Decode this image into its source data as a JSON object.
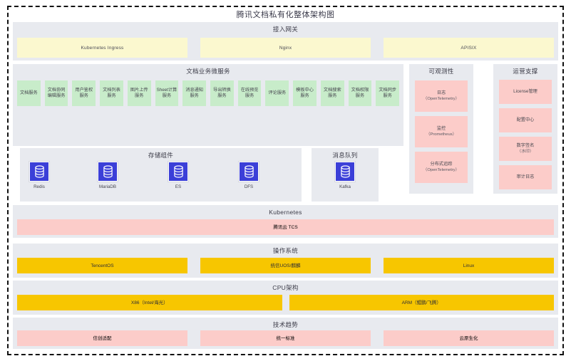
{
  "diagram": {
    "title": "腾讯文档私有化整体架构图"
  },
  "gateway": {
    "title": "接入网关",
    "items": [
      {
        "label": "Kubernetes Ingress"
      },
      {
        "label": "Nginx"
      },
      {
        "label": "APISIX"
      }
    ]
  },
  "microservices": {
    "title": "文档业务微服务",
    "items": [
      {
        "label": "文档服务"
      },
      {
        "label": "文档协同编辑服务"
      },
      {
        "label": "用户鉴权服务"
      },
      {
        "label": "文档列表服务"
      },
      {
        "label": "图片上传服务"
      },
      {
        "label": "Sheet计算服务"
      },
      {
        "label": "消息通知服务"
      },
      {
        "label": "导出转换服务"
      },
      {
        "label": "在线预览服务"
      },
      {
        "label": "评论服务"
      },
      {
        "label": "模板中心服务"
      },
      {
        "label": "文档搜索服务"
      },
      {
        "label": "文档权限服务"
      },
      {
        "label": "文档同步服务"
      }
    ]
  },
  "observability": {
    "title": "可观测性",
    "items": [
      {
        "label": "日志",
        "sub": "（OpenTelemetry）"
      },
      {
        "label": "监控",
        "sub": "（Prometheus）"
      },
      {
        "label": "分布式追踪",
        "sub": "（OpenTelemetry）"
      }
    ]
  },
  "ops": {
    "title": "运营支撑",
    "items": [
      {
        "label": "License管理",
        "sub": ""
      },
      {
        "label": "配置中心",
        "sub": ""
      },
      {
        "label": "数字签名",
        "sub": "（水印）"
      },
      {
        "label": "审计日志",
        "sub": ""
      }
    ]
  },
  "storage": {
    "title": "存储组件",
    "items": [
      {
        "label": "Redis",
        "icon": "database-icon"
      },
      {
        "label": "MariaDB",
        "icon": "database-icon"
      },
      {
        "label": "ES",
        "icon": "database-icon"
      },
      {
        "label": "DFS",
        "icon": "database-icon"
      }
    ]
  },
  "mq": {
    "title": "消息队列",
    "items": [
      {
        "label": "Kafka",
        "icon": "database-icon"
      }
    ]
  },
  "kubernetes": {
    "title": "Kubernetes",
    "items": [
      {
        "label": "腾讯云 TCS"
      }
    ]
  },
  "os": {
    "title": "操作系统",
    "items": [
      {
        "label": "TencentOS"
      },
      {
        "label": "统信UOS/麒麟"
      },
      {
        "label": "Linux"
      }
    ]
  },
  "cpu": {
    "title": "CPU架构",
    "items": [
      {
        "label": "X86（Intel/海光）"
      },
      {
        "label": "ARM（鲲鹏/飞腾）"
      }
    ]
  },
  "trend": {
    "title": "技术趋势",
    "items": [
      {
        "label": "信创适配"
      },
      {
        "label": "统一标准"
      },
      {
        "label": "云原生化"
      }
    ]
  },
  "colors": {
    "band_bg": "#e8eaef",
    "gateway_box": "#fbf8cf",
    "service_box": "#c8ecca",
    "infra_box": "#fcccc9",
    "platform_box": "#f7c600",
    "db_icon": "#3b3fd8",
    "frame": "#111111"
  }
}
